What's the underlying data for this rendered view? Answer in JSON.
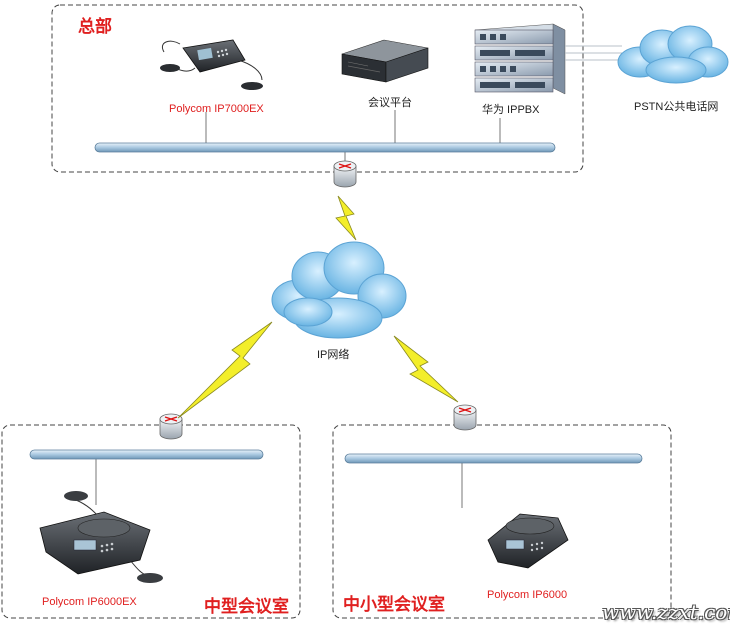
{
  "hq": {
    "title": "总部",
    "phone_label": "Polycom IP7000EX",
    "platform_label": "会议平台",
    "ippbx_label": "华为 IPPBX",
    "pstn_label": "PSTN公共电话网"
  },
  "network": {
    "label": "IP网络"
  },
  "medium_room": {
    "title": "中型会议室",
    "phone_label": "Polycom IP6000EX"
  },
  "small_room": {
    "title": "中小型会议室",
    "phone_label": "Polycom IP6000"
  },
  "watermark": "www.zzxt.com",
  "colors": {
    "label_red": "#e02020",
    "bus": "#b9d3e6",
    "cloud": "#8ec9ec",
    "bolt": "#f3ee2a"
  },
  "icons": [
    "conference-phone-icon",
    "server-icon",
    "ippbx-rack-icon",
    "cloud-icon",
    "router-icon",
    "lightning-icon"
  ]
}
